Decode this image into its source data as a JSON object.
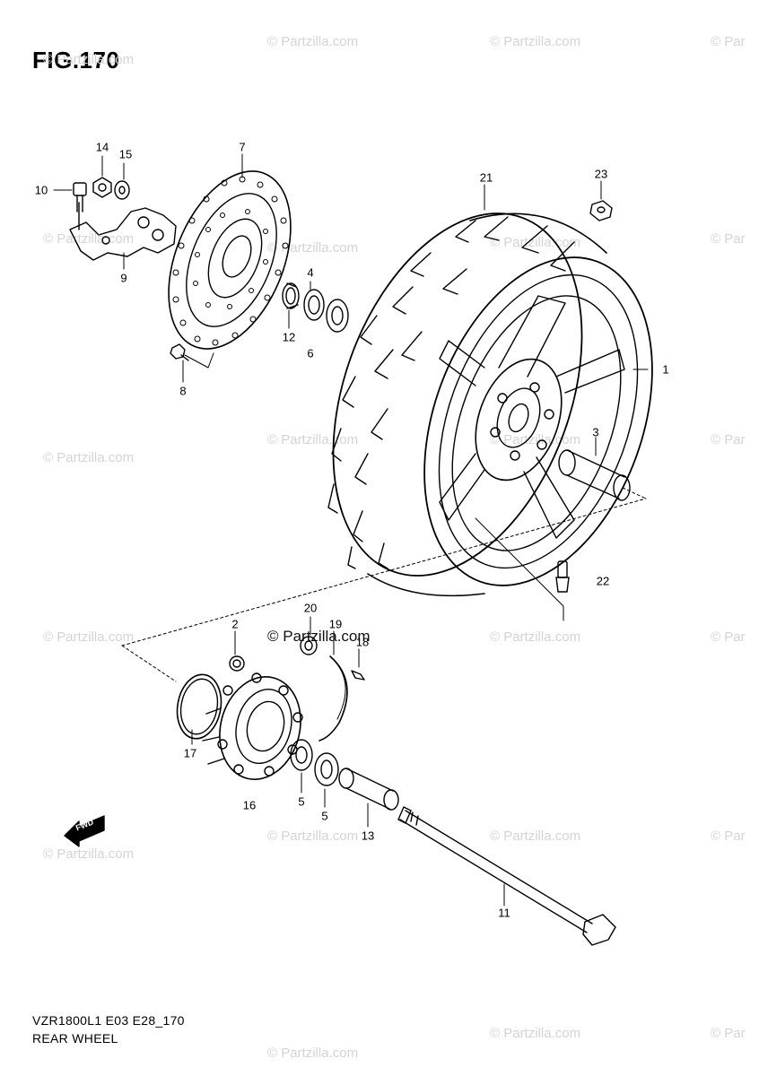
{
  "header": {
    "figure": "FIG.170"
  },
  "footer": {
    "model_code": "VZR1800L1 E03 E28_170",
    "section": "REAR WHEEL"
  },
  "watermark": {
    "text": "© Partzilla.com",
    "short": "© Par"
  },
  "callouts": [
    "1",
    "2",
    "3",
    "4",
    "5",
    "5",
    "6",
    "7",
    "8",
    "9",
    "10",
    "11",
    "12",
    "13",
    "14",
    "15",
    "16",
    "17",
    "18",
    "19",
    "20",
    "21",
    "22",
    "23"
  ],
  "fwd_label": "FWD",
  "colors": {
    "line": "#000000",
    "watermark": "#d4d4d4"
  }
}
